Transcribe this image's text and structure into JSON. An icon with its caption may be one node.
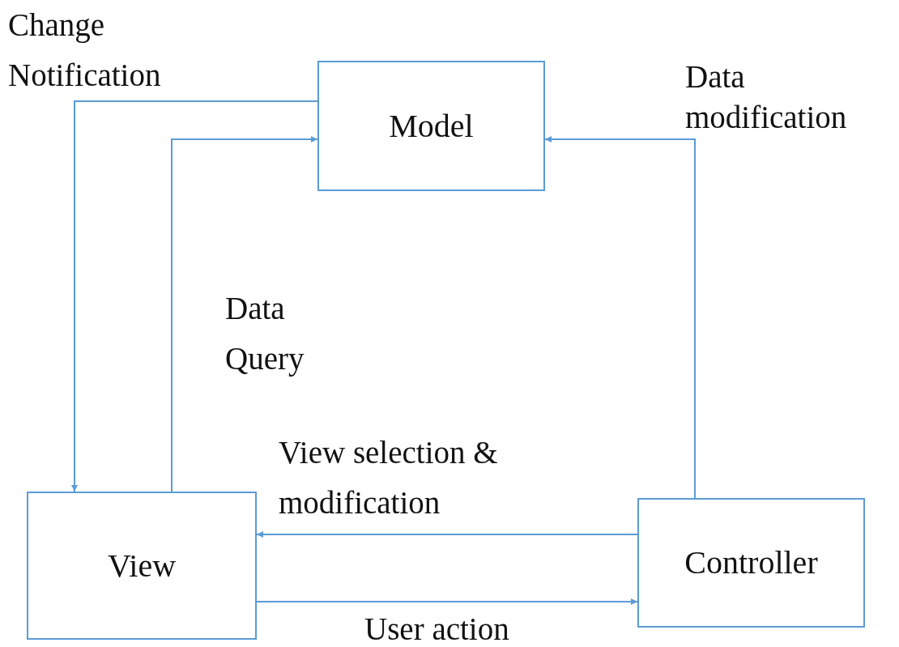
{
  "diagram": {
    "nodes": [
      {
        "text": [
          "Model"
        ]
      },
      {
        "text": [
          "View"
        ]
      },
      {
        "text": [
          "Controller"
        ]
      }
    ],
    "edges": [
      {
        "from": 0,
        "to": 1,
        "arrow": "to",
        "label": "Change Notification"
      },
      {
        "from": 1,
        "to": 0,
        "arrow": "to",
        "label": "Data Query"
      },
      {
        "from": 2,
        "to": 0,
        "arrow": "to",
        "label": "Data modification"
      },
      {
        "from": 2,
        "to": 1,
        "arrow": "to",
        "label": "View selection & modification"
      },
      {
        "from": 1,
        "to": 2,
        "arrow": "to",
        "label": "User action"
      }
    ]
  }
}
